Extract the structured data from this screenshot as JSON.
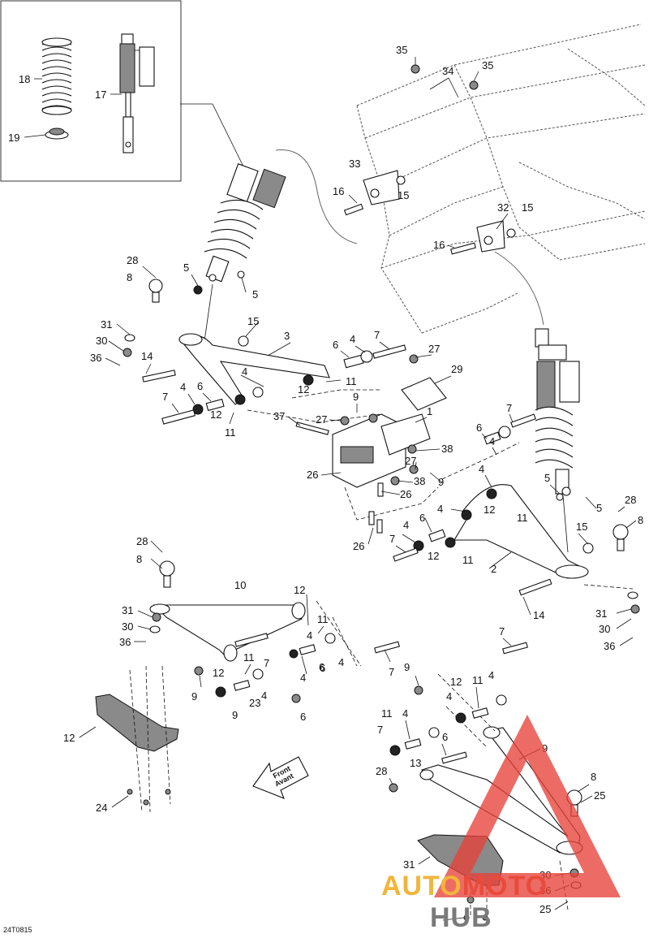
{
  "reference_code": "24T0815",
  "front_arrow": {
    "line1": "Front",
    "line2": "Avant"
  },
  "watermark": {
    "part1": "AUTO",
    "part2": "MOTO",
    "part3": "HUB",
    "colors": {
      "part1": "#f2b53a",
      "part2": "#e84b3c",
      "part3": "#7a7a7a",
      "triangle": "#e8413a"
    }
  },
  "callouts": [
    {
      "id": "c18",
      "label": "18"
    },
    {
      "id": "c17",
      "label": "17"
    },
    {
      "id": "c19",
      "label": "19"
    },
    {
      "id": "c35a",
      "label": "35"
    },
    {
      "id": "c34",
      "label": "34"
    },
    {
      "id": "c35b",
      "label": "35"
    },
    {
      "id": "c33",
      "label": "33"
    },
    {
      "id": "c16a",
      "label": "16"
    },
    {
      "id": "c15a",
      "label": "15"
    },
    {
      "id": "c32",
      "label": "32"
    },
    {
      "id": "c15b",
      "label": "15"
    },
    {
      "id": "c16b",
      "label": "16"
    },
    {
      "id": "c28a",
      "label": "28"
    },
    {
      "id": "c5a",
      "label": "5"
    },
    {
      "id": "c8a",
      "label": "8"
    },
    {
      "id": "c5b",
      "label": "5"
    },
    {
      "id": "c15c",
      "label": "15"
    },
    {
      "id": "c3",
      "label": "3"
    },
    {
      "id": "c31a",
      "label": "31"
    },
    {
      "id": "c30a",
      "label": "30"
    },
    {
      "id": "c36a",
      "label": "36"
    },
    {
      "id": "c14a",
      "label": "14"
    },
    {
      "id": "c6a",
      "label": "6"
    },
    {
      "id": "c4a",
      "label": "4"
    },
    {
      "id": "c7a",
      "label": "7"
    },
    {
      "id": "c27a",
      "label": "27"
    },
    {
      "id": "c29",
      "label": "29"
    },
    {
      "id": "c11a",
      "label": "11"
    },
    {
      "id": "c12a",
      "label": "12"
    },
    {
      "id": "c4b",
      "label": "4"
    },
    {
      "id": "c4c",
      "label": "4"
    },
    {
      "id": "c6b",
      "label": "6"
    },
    {
      "id": "c7b",
      "label": "7"
    },
    {
      "id": "c12b",
      "label": "12"
    },
    {
      "id": "c11b",
      "label": "11"
    },
    {
      "id": "c9a",
      "label": "9"
    },
    {
      "id": "c37",
      "label": "37"
    },
    {
      "id": "c27b",
      "label": "27"
    },
    {
      "id": "c1",
      "label": "1"
    },
    {
      "id": "c7c",
      "label": "7"
    },
    {
      "id": "c6c",
      "label": "6"
    },
    {
      "id": "c4d",
      "label": "4"
    },
    {
      "id": "c38a",
      "label": "38"
    },
    {
      "id": "c27c",
      "label": "27"
    },
    {
      "id": "c26a",
      "label": "26"
    },
    {
      "id": "c38b",
      "label": "38"
    },
    {
      "id": "c9b",
      "label": "9"
    },
    {
      "id": "c26b",
      "label": "26"
    },
    {
      "id": "c4e",
      "label": "4"
    },
    {
      "id": "c5c",
      "label": "5"
    },
    {
      "id": "c5d",
      "label": "5"
    },
    {
      "id": "c28b",
      "label": "28"
    },
    {
      "id": "c12c",
      "label": "12"
    },
    {
      "id": "c11c",
      "label": "11"
    },
    {
      "id": "c8b",
      "label": "8"
    },
    {
      "id": "c4f",
      "label": "4"
    },
    {
      "id": "c6d",
      "label": "6"
    },
    {
      "id": "c26c",
      "label": "26"
    },
    {
      "id": "c15d",
      "label": "15"
    },
    {
      "id": "c4g",
      "label": "4"
    },
    {
      "id": "c7d",
      "label": "7"
    },
    {
      "id": "c12d",
      "label": "12"
    },
    {
      "id": "c11d",
      "label": "11"
    },
    {
      "id": "c2",
      "label": "2"
    },
    {
      "id": "c28c",
      "label": "28"
    },
    {
      "id": "c8c",
      "label": "8"
    },
    {
      "id": "c14b",
      "label": "14"
    },
    {
      "id": "c10",
      "label": "10"
    },
    {
      "id": "c12e",
      "label": "12"
    },
    {
      "id": "c31b",
      "label": "31"
    },
    {
      "id": "c30b",
      "label": "30"
    },
    {
      "id": "c36b",
      "label": "36"
    },
    {
      "id": "c31c",
      "label": "31"
    },
    {
      "id": "c11e",
      "label": "11"
    },
    {
      "id": "c30c",
      "label": "30"
    },
    {
      "id": "c4h",
      "label": "4"
    },
    {
      "id": "c36c",
      "label": "36"
    },
    {
      "id": "c7e",
      "label": "7"
    },
    {
      "id": "c6e",
      "label": "6"
    },
    {
      "id": "c4i",
      "label": "4"
    },
    {
      "id": "c11f",
      "label": "11"
    },
    {
      "id": "c7f",
      "label": "7"
    },
    {
      "id": "c12f",
      "label": "12"
    },
    {
      "id": "c7g",
      "label": "7"
    },
    {
      "id": "c9c",
      "label": "9"
    },
    {
      "id": "c4j",
      "label": "4"
    },
    {
      "id": "c6f",
      "label": "6"
    },
    {
      "id": "c4k",
      "label": "4"
    },
    {
      "id": "c9d",
      "label": "9"
    },
    {
      "id": "c12g",
      "label": "12"
    },
    {
      "id": "c11g",
      "label": "11"
    },
    {
      "id": "c4l",
      "label": "4"
    },
    {
      "id": "c4m",
      "label": "4"
    },
    {
      "id": "c9e",
      "label": "9"
    },
    {
      "id": "c6g",
      "label": "6"
    },
    {
      "id": "c23",
      "label": "23"
    },
    {
      "id": "c12h",
      "label": "12"
    },
    {
      "id": "c11h",
      "label": "11"
    },
    {
      "id": "c4n",
      "label": "4"
    },
    {
      "id": "c7h",
      "label": "7"
    },
    {
      "id": "c6h",
      "label": "6"
    },
    {
      "id": "c13",
      "label": "13"
    },
    {
      "id": "c9f",
      "label": "9"
    },
    {
      "id": "c28d",
      "label": "28"
    },
    {
      "id": "c8d",
      "label": "8"
    },
    {
      "id": "c25a",
      "label": "25"
    },
    {
      "id": "c24",
      "label": "24"
    },
    {
      "id": "c31d",
      "label": "31"
    },
    {
      "id": "c30d",
      "label": "30"
    },
    {
      "id": "c36d",
      "label": "36"
    },
    {
      "id": "c25b",
      "label": "25"
    }
  ]
}
